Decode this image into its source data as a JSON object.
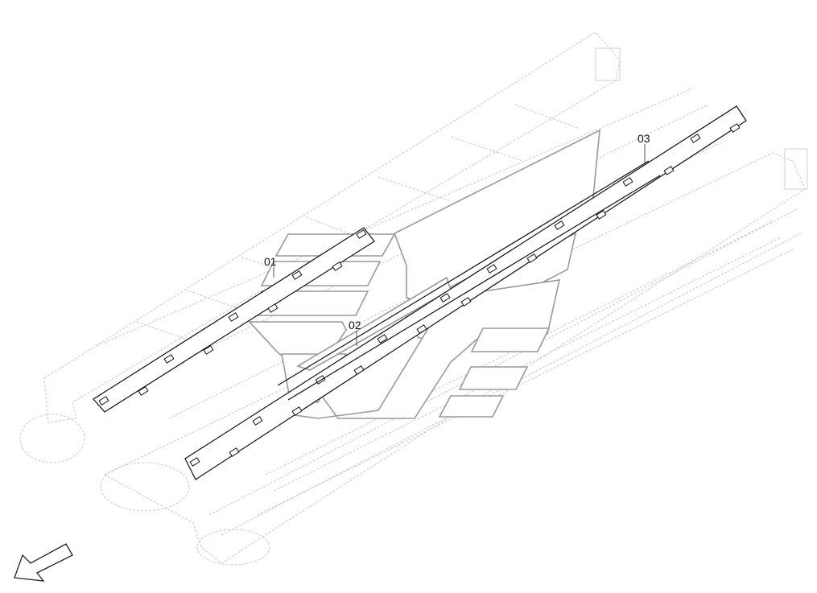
{
  "diagram": {
    "callouts": [
      {
        "id": "callout-01",
        "text": "01"
      },
      {
        "id": "callout-02",
        "text": "02"
      },
      {
        "id": "callout-03",
        "text": "03"
      }
    ],
    "line_color": "#111111",
    "faint_color": "#c8c8c8",
    "logo_color": "#9a9a9a",
    "direction_icon": "arrow-down-left-icon"
  }
}
